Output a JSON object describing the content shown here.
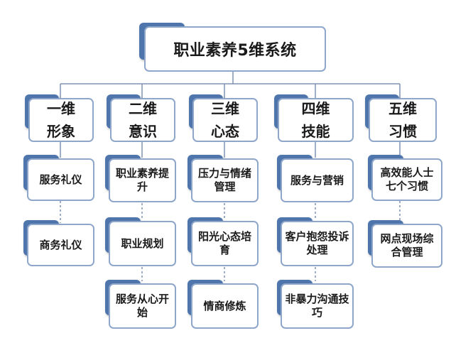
{
  "title": "职业素养5维系统",
  "columns": [
    {
      "label_line1": "一维",
      "label_line2": "形象",
      "items": [
        "服务礼仪",
        "商务礼仪"
      ]
    },
    {
      "label_line1": "二维",
      "label_line2": "意识",
      "items": [
        "职业素养提升",
        "职业规划",
        "服务从心开始"
      ]
    },
    {
      "label_line1": "三维",
      "label_line2": "心态",
      "items": [
        "压力与情绪管理",
        "阳光心态培育",
        "情商修炼"
      ]
    },
    {
      "label_line1": "四维",
      "label_line2": "技能",
      "items": [
        "服务与营销",
        "客户抱怨投诉处理",
        "非暴力沟通技巧"
      ]
    },
    {
      "label_line1": "五维",
      "label_line2": "习惯",
      "items": [
        "高效能人士七个习惯",
        "网点现场综合管理"
      ]
    }
  ],
  "colors": {
    "box_border": "#8ea6c9",
    "accent": "#4f75ad",
    "connector": "#7f93b4"
  }
}
